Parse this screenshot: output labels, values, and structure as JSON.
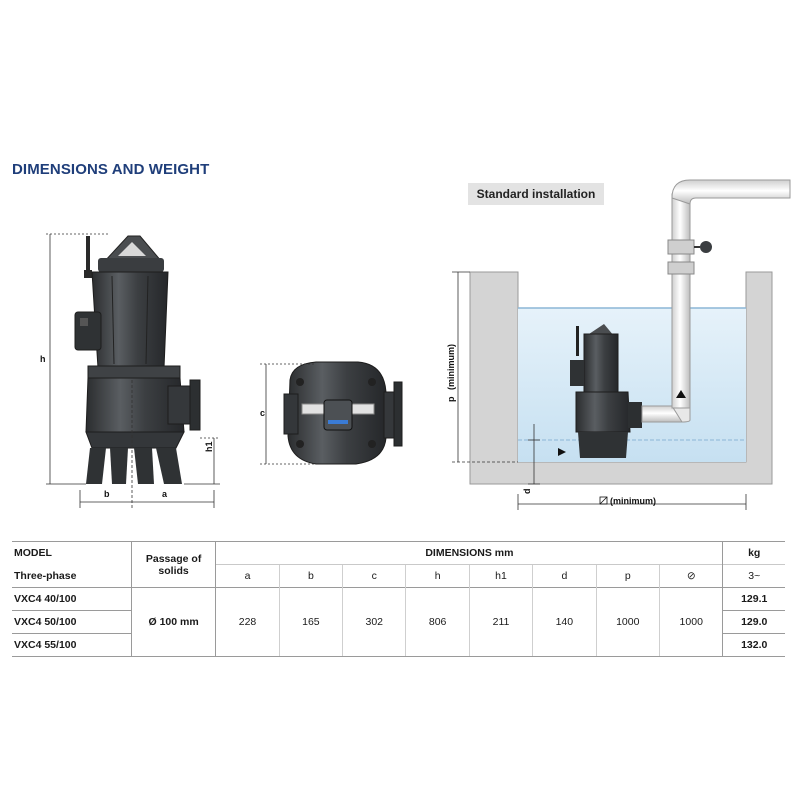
{
  "title": "DIMENSIONS AND WEIGHT",
  "installation_label": "Standard installation",
  "labels": {
    "h": "h",
    "h1": "h1",
    "b": "b",
    "a": "a",
    "c": "c",
    "p": "p",
    "p_note": "(minimum)",
    "d": "d",
    "square_note": "(minimum)"
  },
  "table": {
    "model_header": "MODEL",
    "model_sub": "Three-phase",
    "passage_header": "Passage of solids",
    "dimensions_header": "DIMENSIONS mm",
    "kg_header": "kg",
    "kg_sub": "3~",
    "columns": [
      "a",
      "b",
      "c",
      "h",
      "h1",
      "d",
      "p",
      "⊘"
    ],
    "passage_value": "Ø 100 mm",
    "dimension_values": [
      "228",
      "165",
      "302",
      "806",
      "211",
      "140",
      "1000",
      "1000"
    ],
    "rows": [
      {
        "model": "VXC4 40/100",
        "kg": "129.1"
      },
      {
        "model": "VXC4 50/100",
        "kg": "129.0"
      },
      {
        "model": "VXC4 55/100",
        "kg": "132.0"
      }
    ]
  },
  "colors": {
    "title": "#1f3e7a",
    "pump_body": "#3a3d40",
    "water": "#cfe6f5",
    "wall": "#d4d4d4",
    "pipe": "#eeeeee"
  }
}
